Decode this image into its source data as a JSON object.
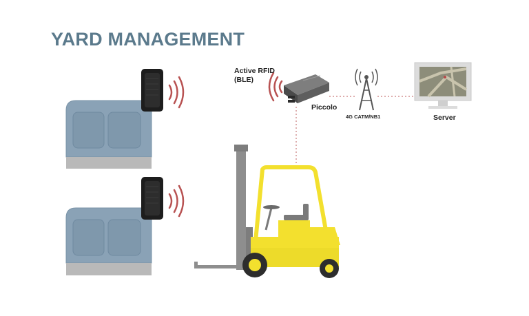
{
  "title": "YARD MANAGEMENT",
  "labels": {
    "rfid_line1": "Active RFID",
    "rfid_line2": "(BLE)",
    "gateway": "Piccolo",
    "network": "4G CATM/NB1",
    "server": "Server"
  },
  "colors": {
    "title": "#5b7a8c",
    "container": "#8aa2b6",
    "container_dark": "#6f8aa0",
    "container_base": "#b9b9b9",
    "signal": "#b85252",
    "forklift": "#f3e02e",
    "forklift_dark": "#d8c41c",
    "forklift_frame": "#8e8e8e",
    "link_dotted": "#c97a7a"
  },
  "icons": [
    "rfid-tag-icon",
    "wireless-signal-icon",
    "gateway-device-icon",
    "cell-tower-icon",
    "server-monitor-icon",
    "forklift-icon",
    "shipping-container-icon"
  ]
}
